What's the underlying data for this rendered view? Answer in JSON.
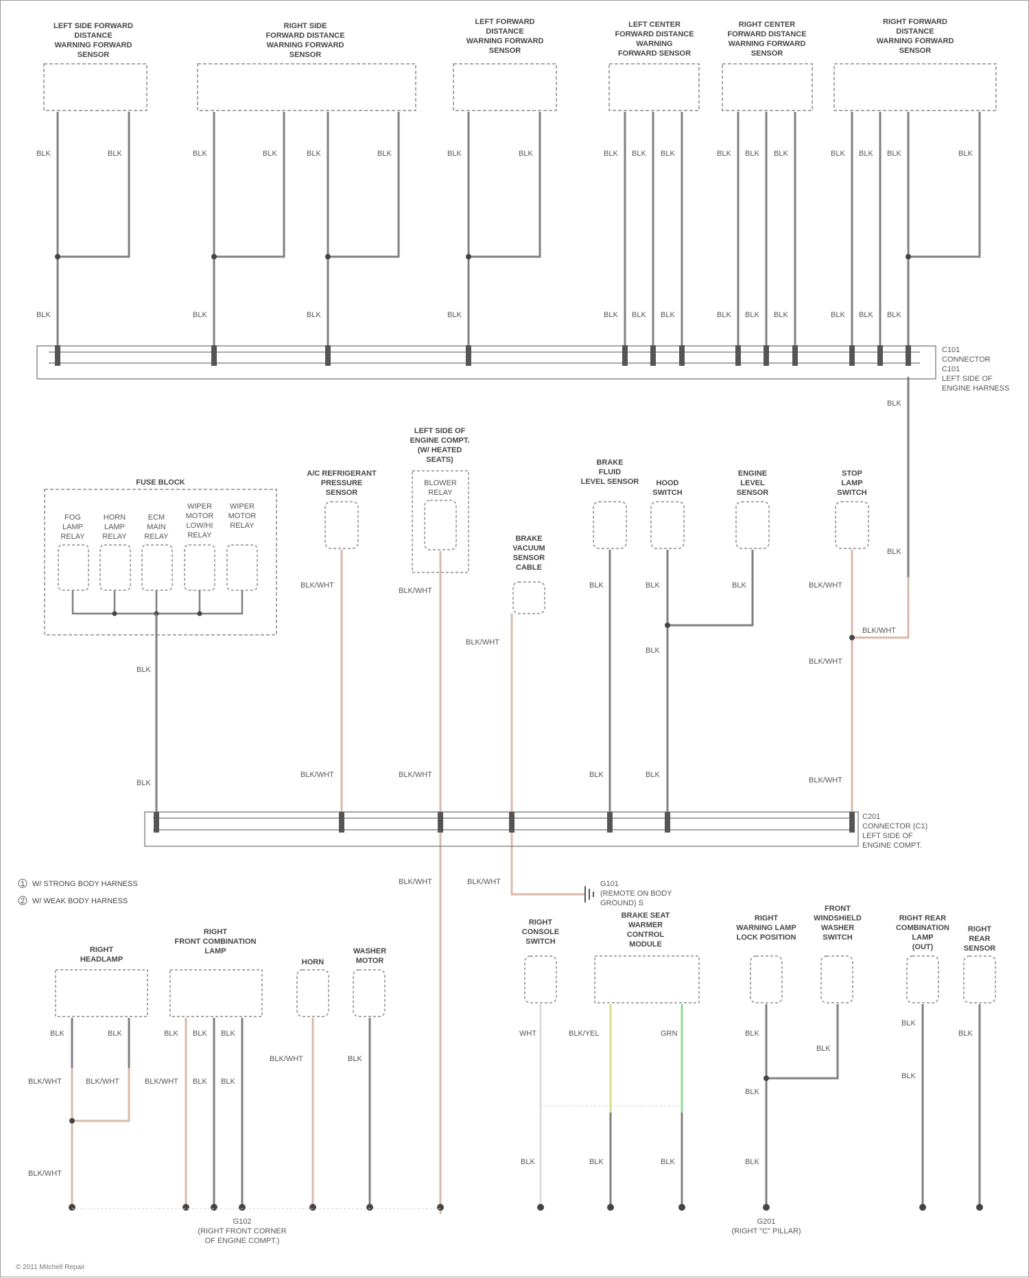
{
  "colors": {
    "wire": "#7f7f7f",
    "wire_blk_wht": "#d9b8a8",
    "wire_yel": "#d8dd8a",
    "wire_grn": "#8fd88f",
    "component_outline": "#8a8a8a",
    "splice": "#444444"
  },
  "top_components": [
    {
      "key": "c1",
      "lines": [
        "LEFT SIDE FORWARD",
        "DISTANCE",
        "WARNING FORWARD",
        "SENSOR"
      ]
    },
    {
      "key": "c2",
      "lines": [
        "RIGHT SIDE",
        "FORWARD DISTANCE",
        "WARNING FORWARD",
        "SENSOR"
      ]
    },
    {
      "key": "c3",
      "lines": [
        "LEFT FORWARD",
        "DISTANCE",
        "WARNING FORWARD",
        "SENSOR"
      ]
    },
    {
      "key": "c4",
      "lines": [
        "LEFT CENTER",
        "FORWARD DISTANCE",
        "WARNING",
        "FORWARD SENSOR"
      ]
    },
    {
      "key": "c5",
      "lines": [
        "RIGHT CENTER",
        "FORWARD DISTANCE",
        "WARNING FORWARD",
        "SENSOR"
      ]
    },
    {
      "key": "c6",
      "lines": [
        "RIGHT FORWARD",
        "DISTANCE",
        "WARNING FORWARD",
        "SENSOR"
      ]
    }
  ],
  "connector_top_label": [
    "C101",
    "CONNECTOR",
    "C101",
    "LEFT SIDE OF",
    "ENGINE HARNESS"
  ],
  "connector_mid_label": [
    "C201",
    "CONNECTOR (C1)",
    "LEFT SIDE OF",
    "ENGINE COMPT."
  ],
  "fuse_block": {
    "title": "FUSE BLOCK",
    "relays": [
      [
        "FOG",
        "LAMP",
        "RELAY"
      ],
      [
        "HORN",
        "LAMP",
        "RELAY"
      ],
      [
        "ECM",
        "MAIN",
        "RELAY"
      ],
      [
        "WIPER",
        "MOTOR",
        "LOW/HI",
        "RELAY"
      ],
      [
        "WIPER",
        "MOTOR",
        "RELAY"
      ]
    ]
  },
  "mid_components": [
    {
      "key": "m1",
      "lines": [
        "A/C REFRIGERANT",
        "PRESSURE",
        "SENSOR"
      ]
    },
    {
      "key": "m2",
      "lines": [
        "LEFT SIDE OF",
        "ENGINE COMPT.",
        "(W/ HEATED",
        "SEATS)"
      ],
      "sub": [
        "BLOWER",
        "RELAY"
      ]
    },
    {
      "key": "m3",
      "lines": [
        "BRAKE",
        "VACUUM",
        "SENSOR",
        "CABLE"
      ]
    },
    {
      "key": "m4",
      "lines": [
        "BRAKE",
        "FLUID",
        "LEVEL SENSOR"
      ]
    },
    {
      "key": "m5",
      "lines": [
        "HOOD",
        "SWITCH"
      ]
    },
    {
      "key": "m6",
      "lines": [
        "ENGINE",
        "LEVEL",
        "SENSOR"
      ]
    },
    {
      "key": "m7",
      "lines": [
        "STOP",
        "LAMP",
        "SWITCH"
      ]
    }
  ],
  "ground_connector": {
    "lines": [
      "G101",
      "(REMOTE ON BODY",
      "GROUND) S"
    ]
  },
  "legend": [
    {
      "mark": "1",
      "text": "W/ STRONG BODY HARNESS"
    },
    {
      "mark": "2",
      "text": "W/ WEAK BODY HARNESS"
    }
  ],
  "bottom_left_components": [
    {
      "key": "b1",
      "lines": [
        "RIGHT",
        "HEADLAMP"
      ]
    },
    {
      "key": "b2",
      "lines": [
        "RIGHT",
        "FRONT COMBINATION",
        "LAMP"
      ]
    },
    {
      "key": "b3",
      "lines": [
        "HORN"
      ]
    },
    {
      "key": "b4",
      "lines": [
        "WASHER",
        "MOTOR"
      ]
    }
  ],
  "bottom_right_components": [
    {
      "key": "r1",
      "lines": [
        "RIGHT",
        "CONSOLE",
        "SWITCH"
      ]
    },
    {
      "key": "r2",
      "lines": [
        "BRAKE SEAT",
        "WARMER",
        "CONTROL",
        "MODULE"
      ]
    },
    {
      "key": "r3",
      "lines": [
        "RIGHT",
        "WARNING LAMP",
        "LOCK POSITION"
      ]
    },
    {
      "key": "r4",
      "lines": [
        "FRONT",
        "WINDSHIELD",
        "WASHER",
        "SWITCH"
      ]
    },
    {
      "key": "r5",
      "lines": [
        "RIGHT REAR",
        "COMBINATION",
        "LAMP",
        "(OUT)"
      ]
    },
    {
      "key": "r6",
      "lines": [
        "RIGHT",
        "REAR",
        "SENSOR"
      ]
    }
  ],
  "ground_labels": [
    {
      "key": "g1",
      "lines": [
        "G102",
        "(RIGHT FRONT CORNER",
        "OF ENGINE COMPT.)"
      ]
    },
    {
      "key": "g2",
      "lines": [
        "G201",
        "(RIGHT \"C\" PILLAR)"
      ]
    }
  ],
  "wire_colors": {
    "blk": "BLK",
    "blk_wht": "BLK/WHT",
    "blk_yel": "BLK/YEL",
    "grn": "GRN",
    "wht": "WHT"
  },
  "footer": "© 2011 Mitchell Repair"
}
